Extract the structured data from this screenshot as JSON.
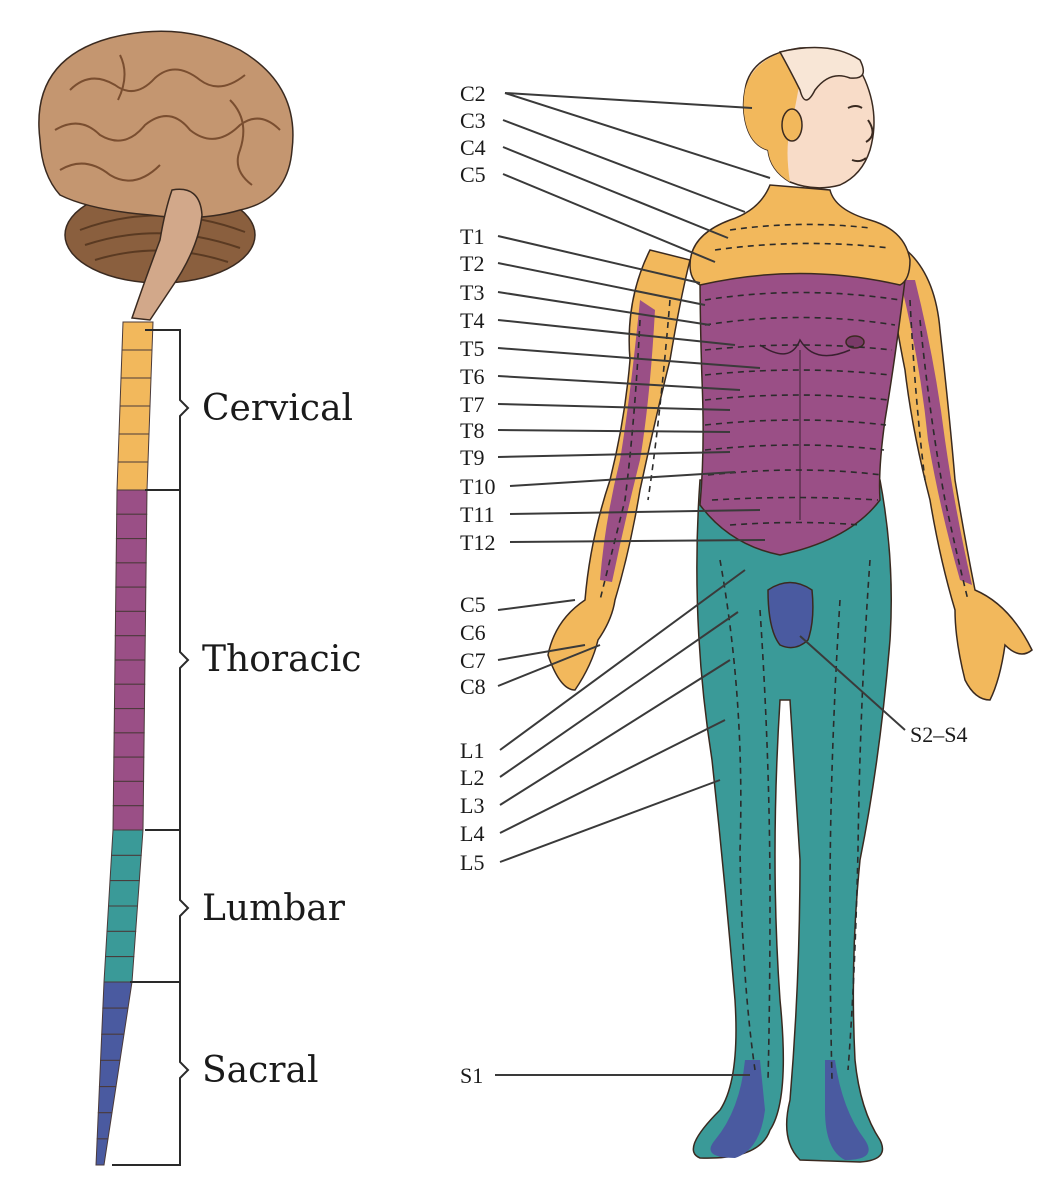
{
  "colors": {
    "cervical": "#f2b85c",
    "thoracic": "#9a4f86",
    "lumbar": "#3a9a98",
    "sacral": "#4a5aa0",
    "brain": "#c49670",
    "skin": "#f8dcc8"
  },
  "spinal_regions": [
    {
      "name": "Cervical",
      "color_key": "cervical"
    },
    {
      "name": "Thoracic",
      "color_key": "thoracic"
    },
    {
      "name": "Lumbar",
      "color_key": "lumbar"
    },
    {
      "name": "Sacral",
      "color_key": "sacral"
    }
  ],
  "labels": {
    "cervical_upper": [
      "C2",
      "C3",
      "C4",
      "C5"
    ],
    "thoracic": [
      "T1",
      "T2",
      "T3",
      "T4",
      "T5",
      "T6",
      "T7",
      "T8",
      "T9",
      "T10",
      "T11",
      "T12"
    ],
    "cervical_arm": [
      "C5",
      "C6",
      "C7",
      "C8"
    ],
    "lumbar": [
      "L1",
      "L2",
      "L3",
      "L4",
      "L5"
    ],
    "sacral_genital": "S2–S4",
    "sacral_foot": "S1"
  }
}
